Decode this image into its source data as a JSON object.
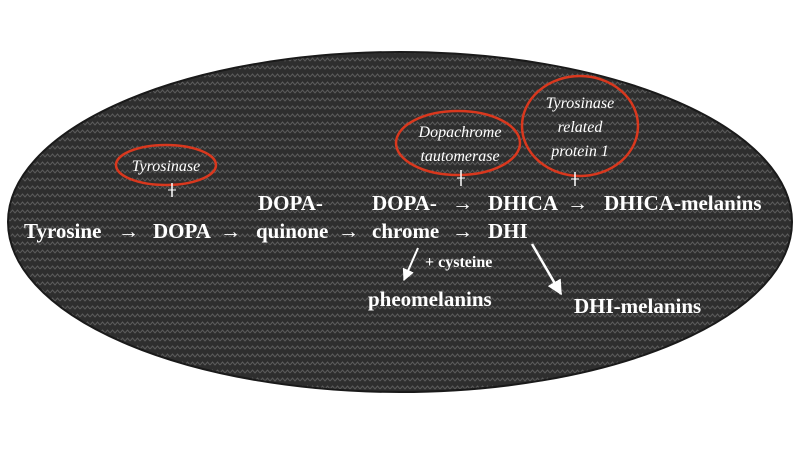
{
  "colors": {
    "background": "#ffffff",
    "ellipse_fill": "#2e2e2e",
    "ellipse_stroke": "#1a1a1a",
    "text": "#ffffff",
    "annotation_circle": "#d9381e"
  },
  "enzymes": {
    "tyrosinase": "Tyrosinase",
    "dopachrome_tautomerase_line1": "Dopachrome",
    "dopachrome_tautomerase_line2": "tautomerase",
    "trp1_line1": "Tyrosinase",
    "trp1_line2": "related",
    "trp1_line3": "protein 1"
  },
  "compounds": {
    "tyrosine": "Tyrosine",
    "dopa": "DOPA",
    "dopaquinone_line1": "DOPA-",
    "dopaquinone_line2": "quinone",
    "dopachrome_line1": "DOPA-",
    "dopachrome_line2": "chrome",
    "dhica": "DHICA",
    "dhi": "DHI",
    "dhica_melanins": "DHICA-melanins",
    "dhi_melanins": "DHI-melanins",
    "pheomelanins": "pheomelanins"
  },
  "annotations": {
    "cysteine": "+ cysteine"
  },
  "arrows": {
    "symbol": "→"
  }
}
